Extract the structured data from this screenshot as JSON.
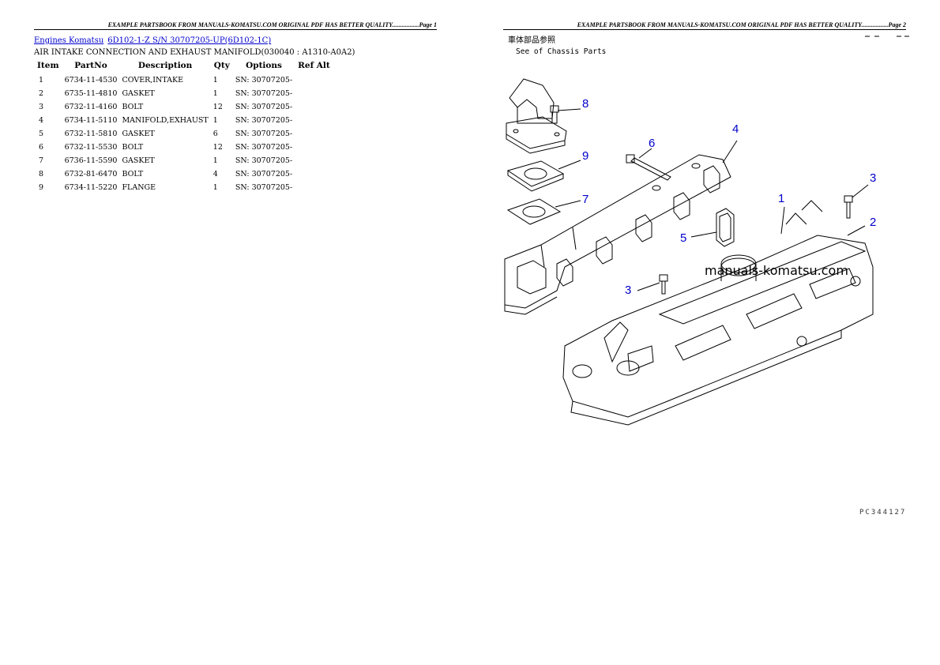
{
  "pages": [
    {
      "header": "EXAMPLE PARTSBOOK FROM MANUALS-KOMATSU.COM ORIGINAL PDF HAS BETTER QUALITY.................Page 1"
    },
    {
      "header": "EXAMPLE PARTSBOOK FROM MANUALS-KOMATSU.COM ORIGINAL PDF HAS BETTER QUALITY.................Page 2"
    }
  ],
  "breadcrumb": {
    "link1": "Engines Komatsu",
    "link2": "6D102-1-Z S/N 30707205-UP(6D102-1C)"
  },
  "subtitle": "AIR INTAKE CONNECTION AND EXHAUST MANIFOLD(030040 : A1310-A0A2)",
  "table": {
    "headers": [
      "Item",
      "PartNo",
      "Description",
      "Qty",
      "Options",
      "Ref Alt"
    ],
    "rows": [
      [
        "1",
        "6734-11-4530",
        "COVER,INTAKE",
        "1",
        "SN: 30707205-",
        ""
      ],
      [
        "2",
        "6735-11-4810",
        "GASKET",
        "1",
        "SN: 30707205-",
        ""
      ],
      [
        "3",
        "6732-11-4160",
        "BOLT",
        "12",
        "SN: 30707205-",
        ""
      ],
      [
        "4",
        "6734-11-5110",
        "MANIFOLD,EXHAUST",
        "1",
        "SN: 30707205-",
        ""
      ],
      [
        "5",
        "6732-11-5810",
        "GASKET",
        "6",
        "SN: 30707205-",
        ""
      ],
      [
        "6",
        "6732-11-5530",
        "BOLT",
        "12",
        "SN: 30707205-",
        ""
      ],
      [
        "7",
        "6736-11-5590",
        "GASKET",
        "1",
        "SN: 30707205-",
        ""
      ],
      [
        "8",
        "6732-81-6470",
        "BOLT",
        "4",
        "SN: 30707205-",
        ""
      ],
      [
        "9",
        "6734-11-5220",
        "FLANGE",
        "1",
        "SN: 30707205-",
        ""
      ]
    ]
  },
  "diagram": {
    "jp_note": "車体部品参照",
    "note": "See of Chassis Parts",
    "watermark": "manuals-komatsu.com",
    "callouts": [
      "8",
      "6",
      "4",
      "9",
      "7",
      "3",
      "1",
      "2",
      "5",
      "3"
    ],
    "code": "PC344127",
    "callout_color": "#0000cc"
  }
}
